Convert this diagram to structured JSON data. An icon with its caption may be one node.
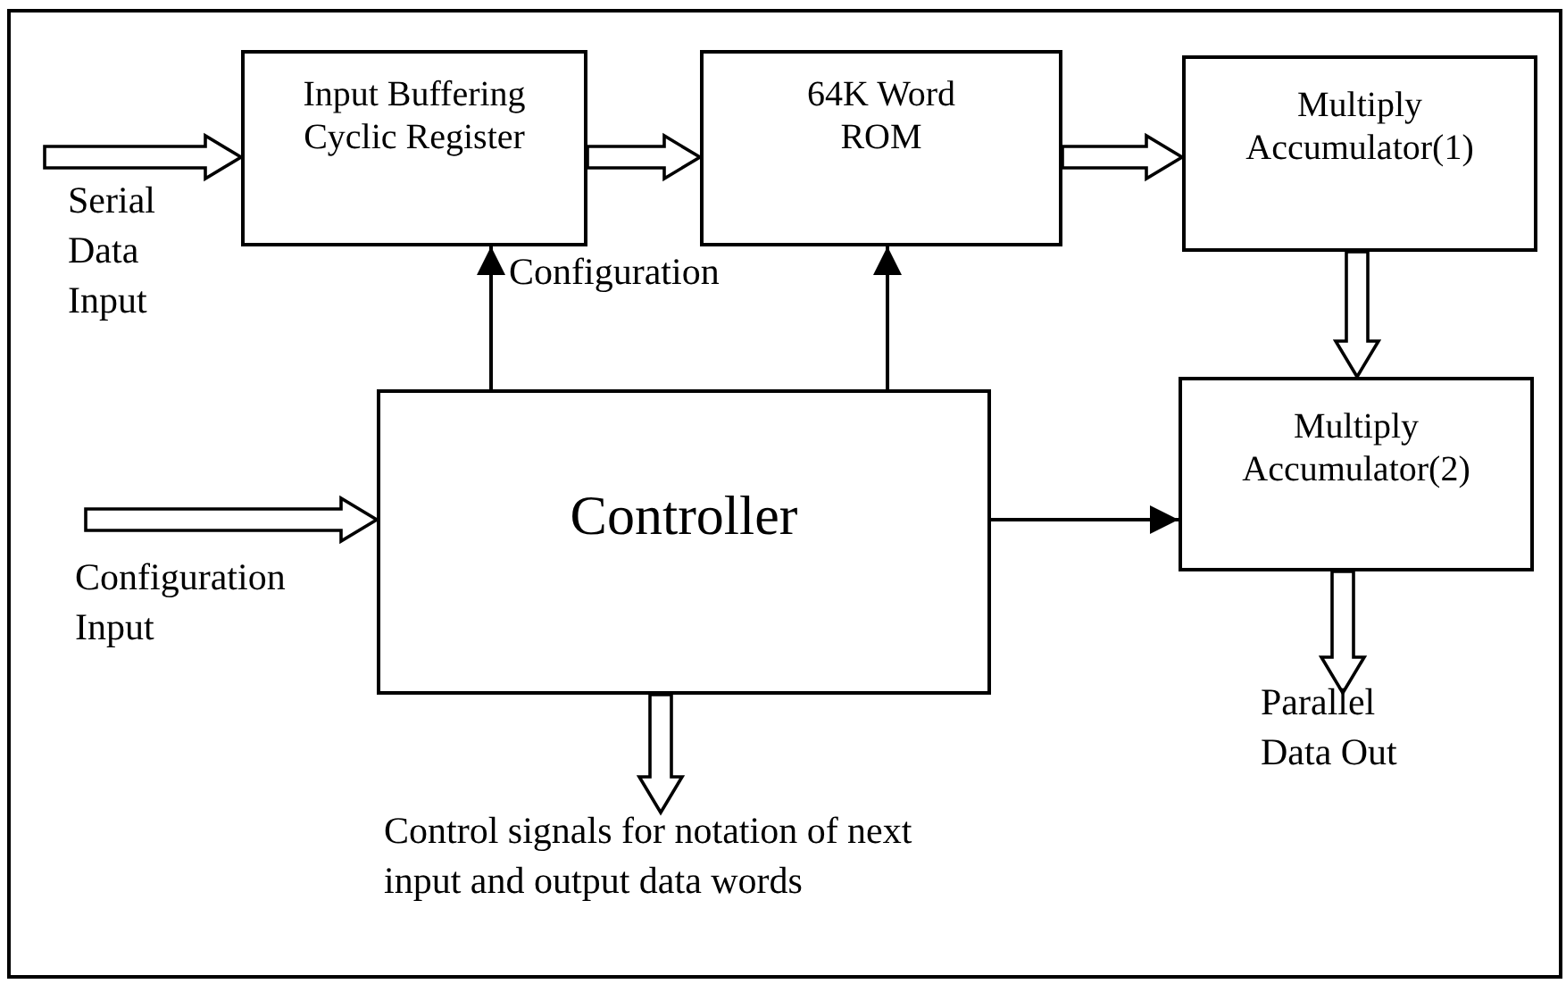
{
  "diagram": {
    "nodes": [
      {
        "text": [
          "Input Buffering Cyclic Register"
        ]
      },
      {
        "text": [
          "64K Word ROM"
        ]
      },
      {
        "text": [
          "Multiply Accumulator(1)"
        ]
      },
      {
        "text": [
          "Controller"
        ]
      },
      {
        "text": [
          "Multiply Accumulator(2)"
        ]
      }
    ],
    "edges": [
      {
        "from": null,
        "to": 0,
        "arrow": "to",
        "style": "thick"
      },
      {
        "from": 0,
        "to": 1,
        "arrow": "to",
        "style": "thick"
      },
      {
        "from": 1,
        "to": 2,
        "arrow": "to",
        "style": "thick"
      },
      {
        "from": 2,
        "to": 4,
        "arrow": "to",
        "style": "thick"
      },
      {
        "from": 3,
        "to": 0,
        "arrow": "to",
        "label": "Configuration"
      },
      {
        "from": 3,
        "to": 1,
        "arrow": "to"
      },
      {
        "from": 3,
        "to": 4,
        "arrow": "to"
      },
      {
        "from": null,
        "to": 3,
        "arrow": "to",
        "style": "thick"
      },
      {
        "from": 3,
        "to": null,
        "arrow": "to",
        "style": "thick"
      },
      {
        "from": 4,
        "to": null,
        "arrow": "to",
        "style": "thick"
      }
    ],
    "labels": [
      "Serial Data Input",
      "Configuration Input",
      "Control signals for notation of next input and output data words",
      "Parallel Data Out"
    ]
  }
}
